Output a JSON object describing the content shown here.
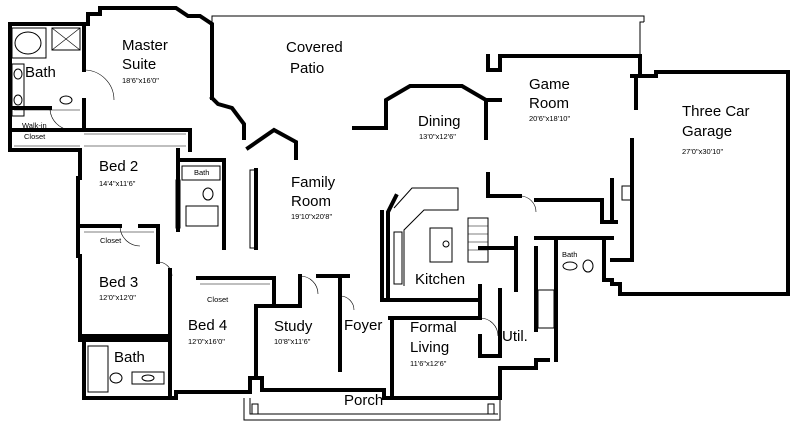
{
  "rooms": {
    "master_suite": {
      "name_line1": "Master",
      "name_line2": "Suite",
      "dims": "18'6\"x16'0\""
    },
    "covered_patio": {
      "name_line1": "Covered",
      "name_line2": "Patio"
    },
    "master_bath": {
      "name": "Bath"
    },
    "walkin_closet": {
      "name_line1": "Walk-in",
      "name_line2": "Closet"
    },
    "dining": {
      "name": "Dining",
      "dims": "13'0\"x12'6\""
    },
    "game_room": {
      "name_line1": "Game",
      "name_line2": "Room",
      "dims": "20'6\"x18'10\""
    },
    "garage": {
      "name_line1": "Three Car",
      "name_line2": "Garage",
      "dims": "27'0\"x30'10\""
    },
    "bed2": {
      "name": "Bed 2",
      "dims": "14'4\"x11'6\""
    },
    "bath_mid": {
      "name": "Bath"
    },
    "family_room": {
      "name_line1": "Family",
      "name_line2": "Room",
      "dims": "19'10\"x20'8\""
    },
    "bed3_closet": {
      "name": "Closet"
    },
    "bed3": {
      "name": "Bed 3",
      "dims": "12'0\"x12'0\""
    },
    "kitchen": {
      "name": "Kitchen"
    },
    "garage_bath": {
      "name": "Bath"
    },
    "bed4_closet": {
      "name": "Closet"
    },
    "bed4": {
      "name": "Bed 4",
      "dims": "12'0\"x16'0\""
    },
    "study": {
      "name": "Study",
      "dims": "10'8\"x11'6\""
    },
    "foyer": {
      "name": "Foyer"
    },
    "formal_living": {
      "name_line1": "Formal",
      "name_line2": "Living",
      "dims": "11'6\"x12'6\""
    },
    "utility": {
      "name": "Util."
    },
    "bath_lower": {
      "name": "Bath"
    },
    "porch": {
      "name": "Porch"
    }
  }
}
